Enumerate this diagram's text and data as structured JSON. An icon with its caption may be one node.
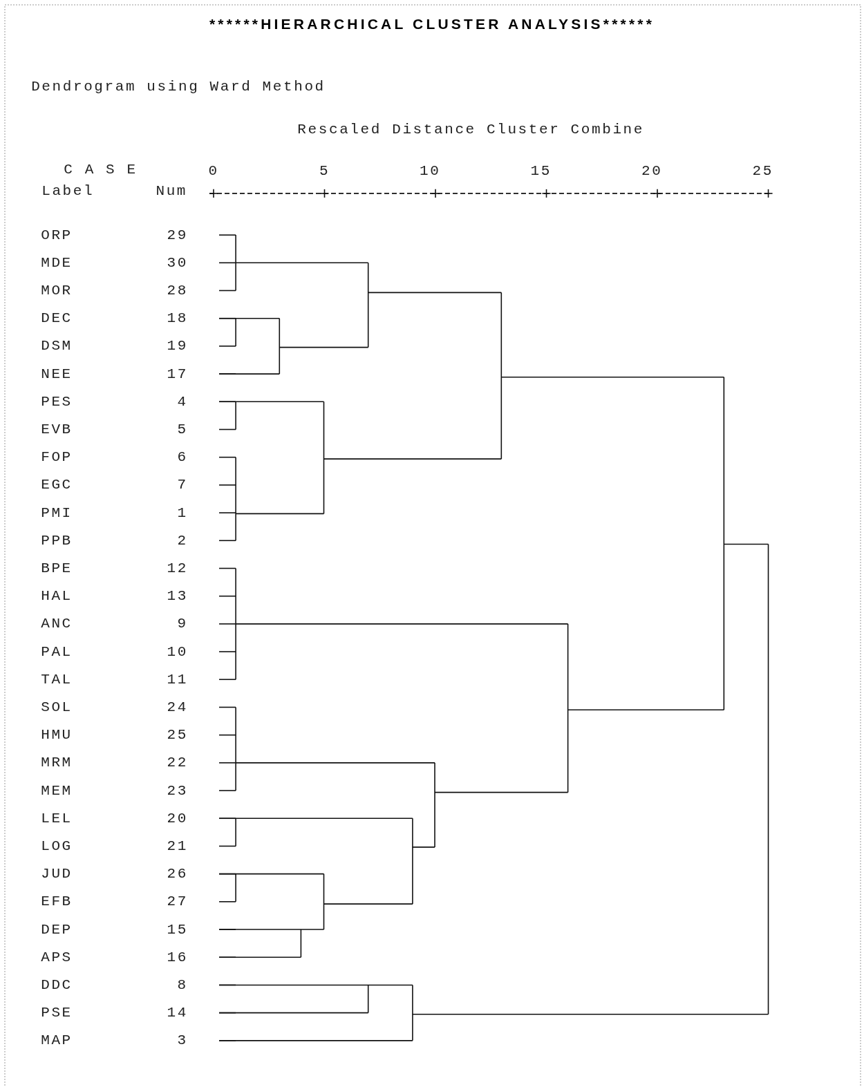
{
  "diagram": {
    "title": "******HIERARCHICAL CLUSTER ANALYSIS******",
    "labels": [
      "Dendrogram using Ward Method",
      "Rescaled Distance Cluster Combine",
      "C A S E",
      "0",
      "5",
      "10",
      "15",
      "20",
      "25",
      "Label",
      "Num",
      "ORP",
      "29",
      "MDE",
      "30",
      "MOR",
      "28",
      "DEC",
      "18",
      "DSM",
      "19",
      "NEE",
      "17",
      "PES",
      "4",
      "EVB",
      "5",
      "FOP",
      "6",
      "EGC",
      "7",
      "PMI",
      "1",
      "PPB",
      "2",
      "BPE",
      "12",
      "HAL",
      "13",
      "ANC",
      "9",
      "PAL",
      "10",
      "TAL",
      "11",
      "SOL",
      "24",
      "HMU",
      "25",
      "MRM",
      "22",
      "MEM",
      "23",
      "LEL",
      "20",
      "LOG",
      "21",
      "JUD",
      "26",
      "EFB",
      "27",
      "DEP",
      "15",
      "APS",
      "16",
      "DDC",
      "8",
      "PSE",
      "14",
      "MAP",
      "3"
    ]
  }
}
